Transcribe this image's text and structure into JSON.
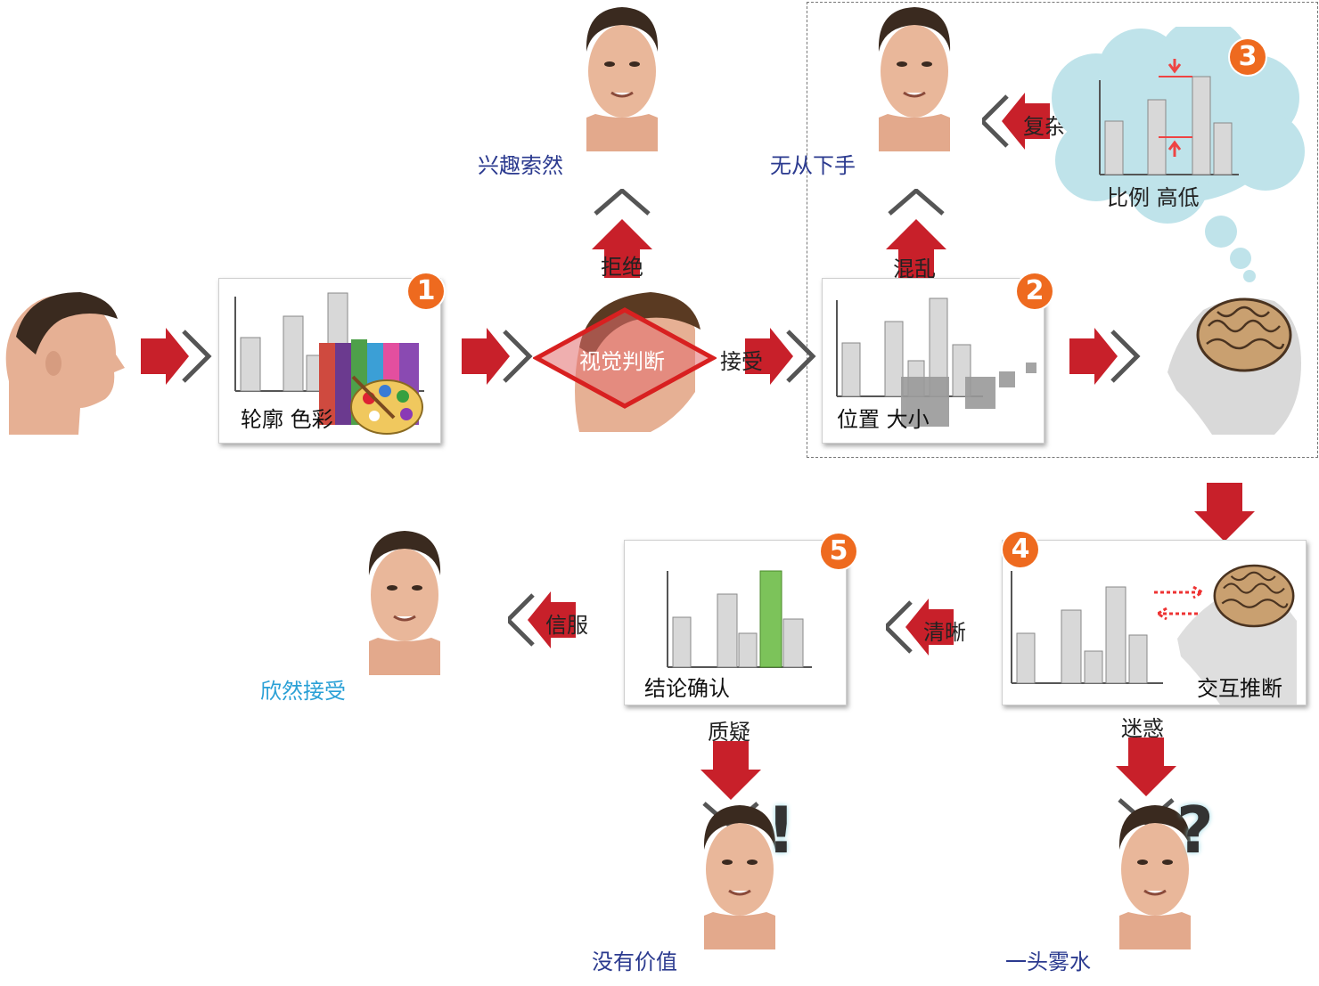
{
  "labels": {
    "reject": "拒绝",
    "accept": "接受",
    "confusion": "混乱",
    "complex": "复杂",
    "puzzled": "迷惑",
    "clear": "清晰",
    "convinced": "信服",
    "doubt": "质疑"
  },
  "reactions": {
    "uninterested": "兴趣索然",
    "no_start": "无从下手",
    "happy": "欣然接受",
    "no_value": "没有价值",
    "confused": "一头雾水"
  },
  "diamond_label": "视觉判断",
  "cards": {
    "c1": {
      "badge": "1",
      "label": "轮廓 色彩"
    },
    "c2": {
      "badge": "2",
      "label": "位置 大小"
    },
    "c3": {
      "badge": "3",
      "label": "比例 高低"
    },
    "c4": {
      "badge": "4",
      "label": "交互推断"
    },
    "c5": {
      "badge": "5",
      "label": "结论确认"
    }
  },
  "symbols": {
    "exclamation": "!",
    "question": "?"
  },
  "colors": {
    "arrow_red": "#c8202a",
    "badge_orange": "#ee6a1f",
    "highlight_green": "#7cc35a",
    "cloud": "#bfe3ea"
  }
}
